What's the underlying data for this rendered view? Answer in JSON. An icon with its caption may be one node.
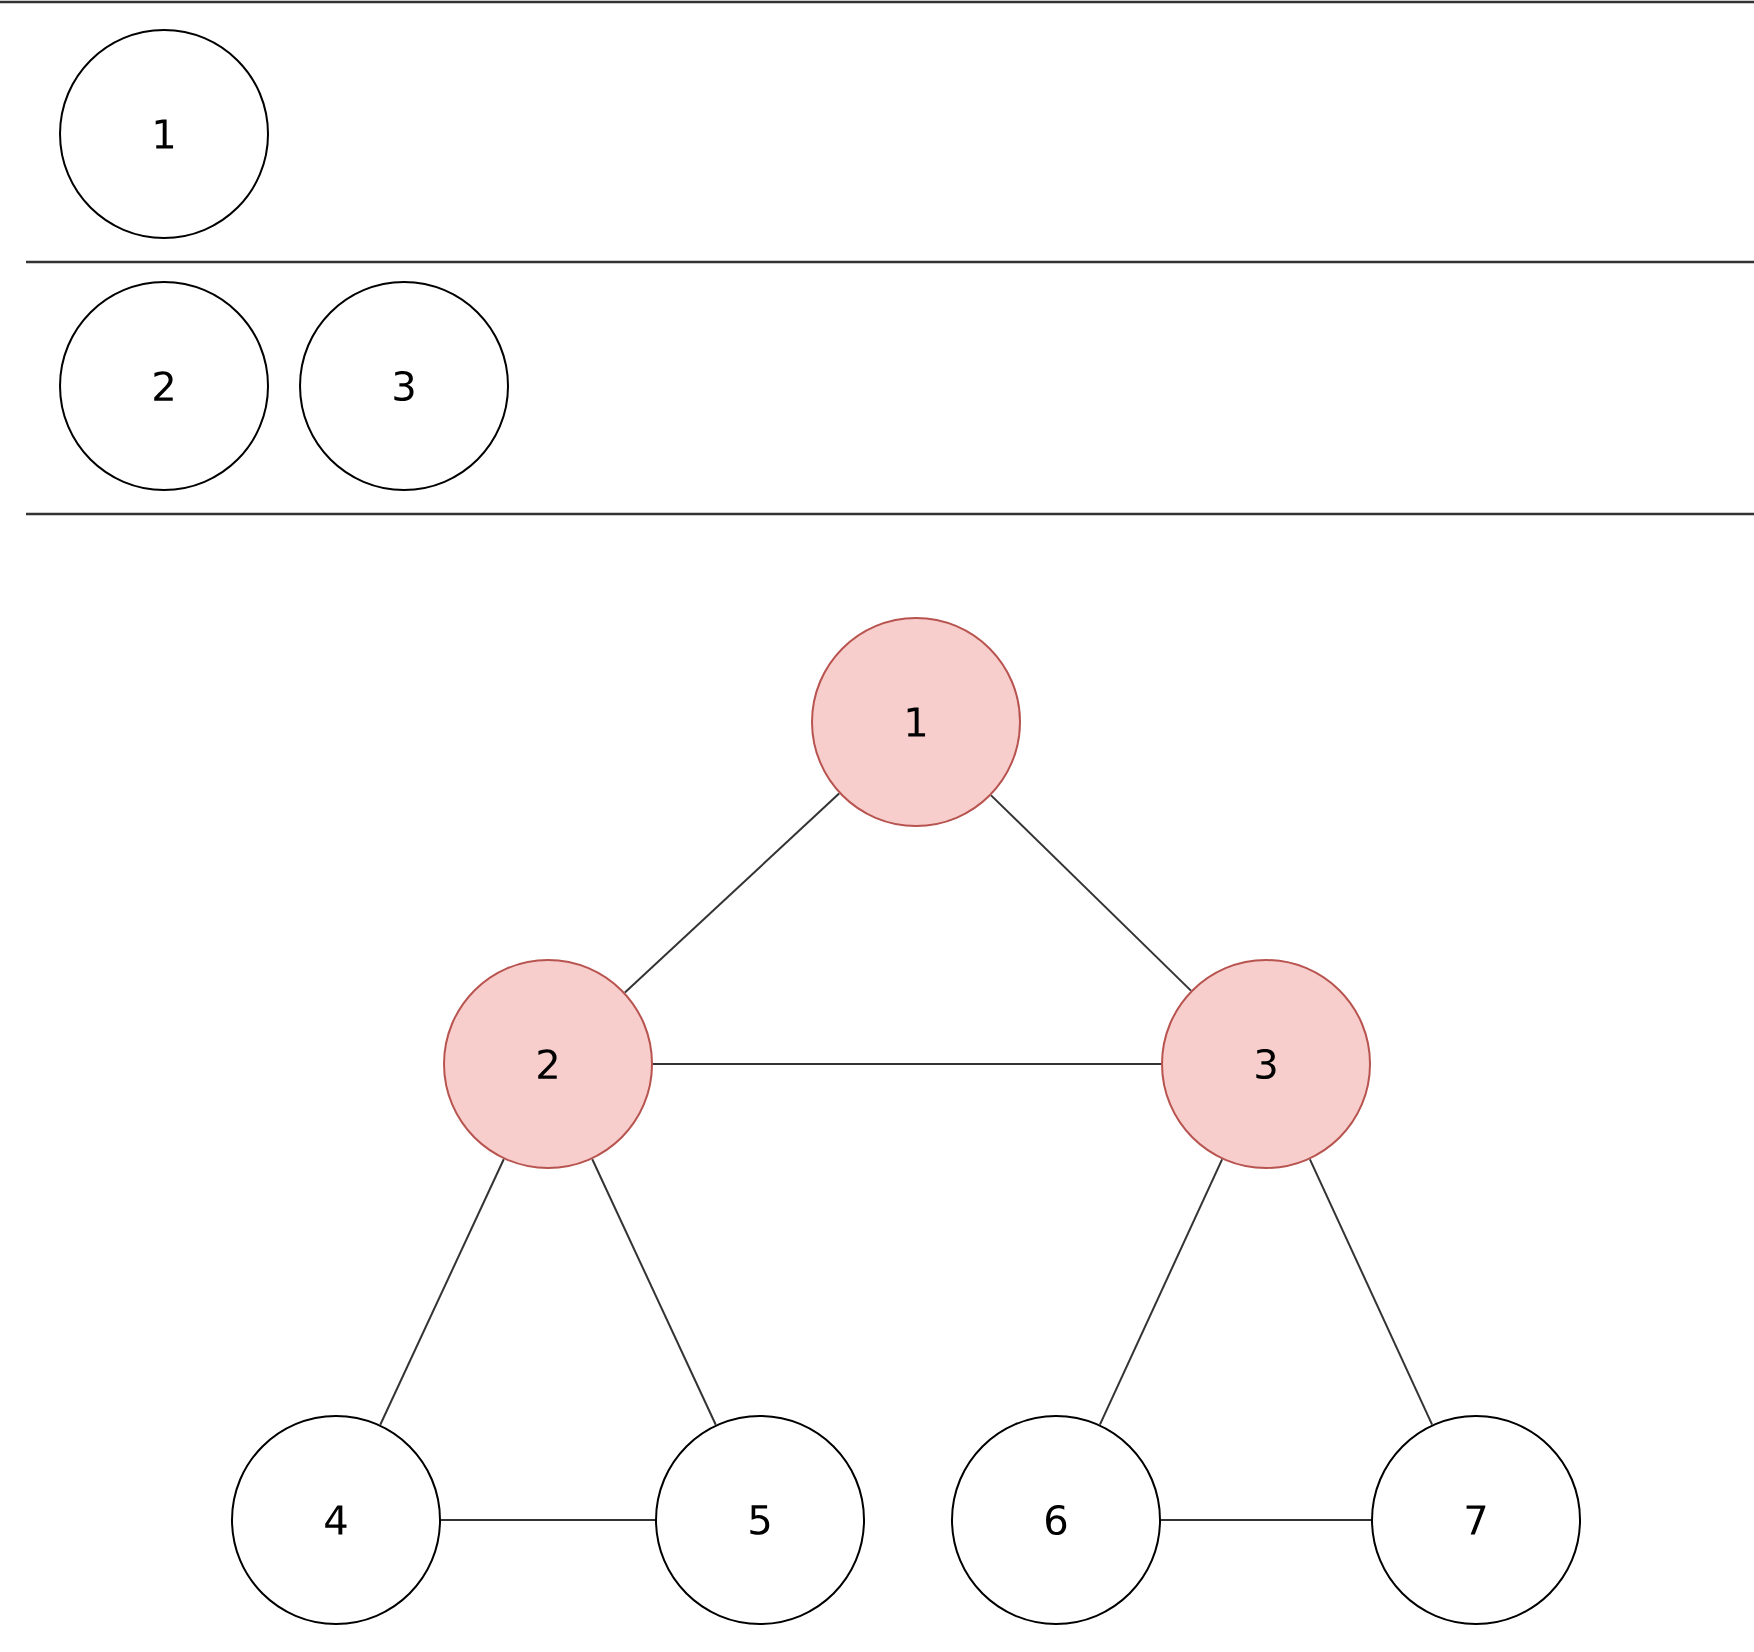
{
  "diagram": {
    "nodes": [
      {
        "text": [
          "1"
        ]
      },
      {
        "text": [
          "2"
        ]
      },
      {
        "text": [
          "3"
        ]
      },
      {
        "text": [
          "1"
        ]
      },
      {
        "text": [
          "2"
        ]
      },
      {
        "text": [
          "3"
        ]
      },
      {
        "text": [
          "4"
        ]
      },
      {
        "text": [
          "5"
        ]
      },
      {
        "text": [
          "6"
        ]
      },
      {
        "text": [
          "7"
        ]
      }
    ],
    "edges": [
      {
        "from": 3,
        "to": 4,
        "arrow": "none"
      },
      {
        "from": 3,
        "to": 5,
        "arrow": "none"
      },
      {
        "from": 4,
        "to": 5,
        "arrow": "none"
      },
      {
        "from": 4,
        "to": 6,
        "arrow": "none"
      },
      {
        "from": 4,
        "to": 7,
        "arrow": "none"
      },
      {
        "from": 5,
        "to": 8,
        "arrow": "none"
      },
      {
        "from": 5,
        "to": 9,
        "arrow": "none"
      },
      {
        "from": 6,
        "to": 7,
        "arrow": "none"
      },
      {
        "from": 8,
        "to": 9,
        "arrow": "none"
      }
    ]
  }
}
